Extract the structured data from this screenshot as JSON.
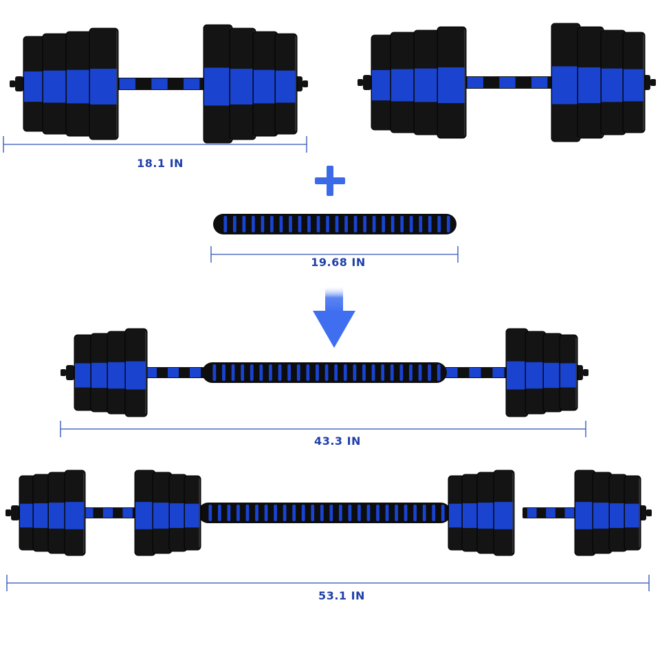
{
  "colors": {
    "accent": "#1f4fd6",
    "plate_black": "#141414",
    "plate_blue": "#1a44d0",
    "dimension_line": "#2a4fb8",
    "label": "#1f3fa8",
    "plus_sign": "#3a6ae8",
    "arrow": "#3f6ff0"
  },
  "icons": {
    "plus": "plus-icon",
    "arrow": "arrow-down-icon"
  },
  "dimensions": {
    "dumbbell": "18.1  IN",
    "connector_bar": "19.68  IN",
    "barbell": "43.3  IN",
    "extended_barbell": "53.1  IN"
  }
}
